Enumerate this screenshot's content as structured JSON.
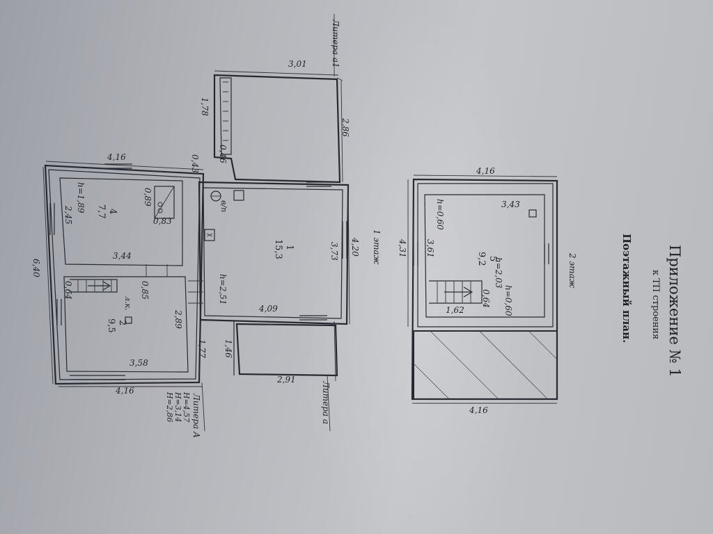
{
  "header": {
    "appendix": "Приложение № 1",
    "subtitle": "к ТП строения",
    "title": "Поэтажный план."
  },
  "floors": {
    "first": "1 этаж",
    "second": "2 этаж"
  },
  "liters": {
    "a1": "Литера а1",
    "a": "Литера а",
    "A": "Литера А",
    "A_h1": "H=4,57",
    "A_h2": "H=3,14",
    "A_h3": "H=2,86"
  },
  "rooms": {
    "r1_num": "1",
    "r1_area": "15,3",
    "r1_h": "h=2,51",
    "r2_num": "2",
    "r2_area": "9,5",
    "r4_num": "4",
    "r4_area": "7,7",
    "r4_h": "h=1,89",
    "r5_num": "5",
    "r5_area": "9,2",
    "r5_h": "h=2,03",
    "h060_a": "h=0,60",
    "h060_b": "h=0,60"
  },
  "fixtures": {
    "water_closet": "в/п",
    "stairs": "л.к."
  },
  "dims": {
    "d301": "3,01",
    "d178": "1,78",
    "d286": "2,86",
    "d046": "0,46",
    "d043": "0,43",
    "d416_top": "4,16",
    "d089": "0,89",
    "d083": "0,83",
    "d245": "2,45",
    "d640": "6,40",
    "d344": "3,44",
    "d373": "3,73",
    "d420": "4,20",
    "d409": "4,09",
    "d085": "0,85",
    "d064_first": "0,64",
    "d289": "2,89",
    "d358": "3,58",
    "d177": "1,77",
    "d416_bottom": "4,16",
    "d146": "1,46",
    "d291": "2,91",
    "d416_second_top": "4,16",
    "d343": "3,43",
    "d361": "3,61",
    "d431": "4,31",
    "d064_second": "0,64",
    "d162": "1,62",
    "d416_second_bottom": "4,16"
  }
}
